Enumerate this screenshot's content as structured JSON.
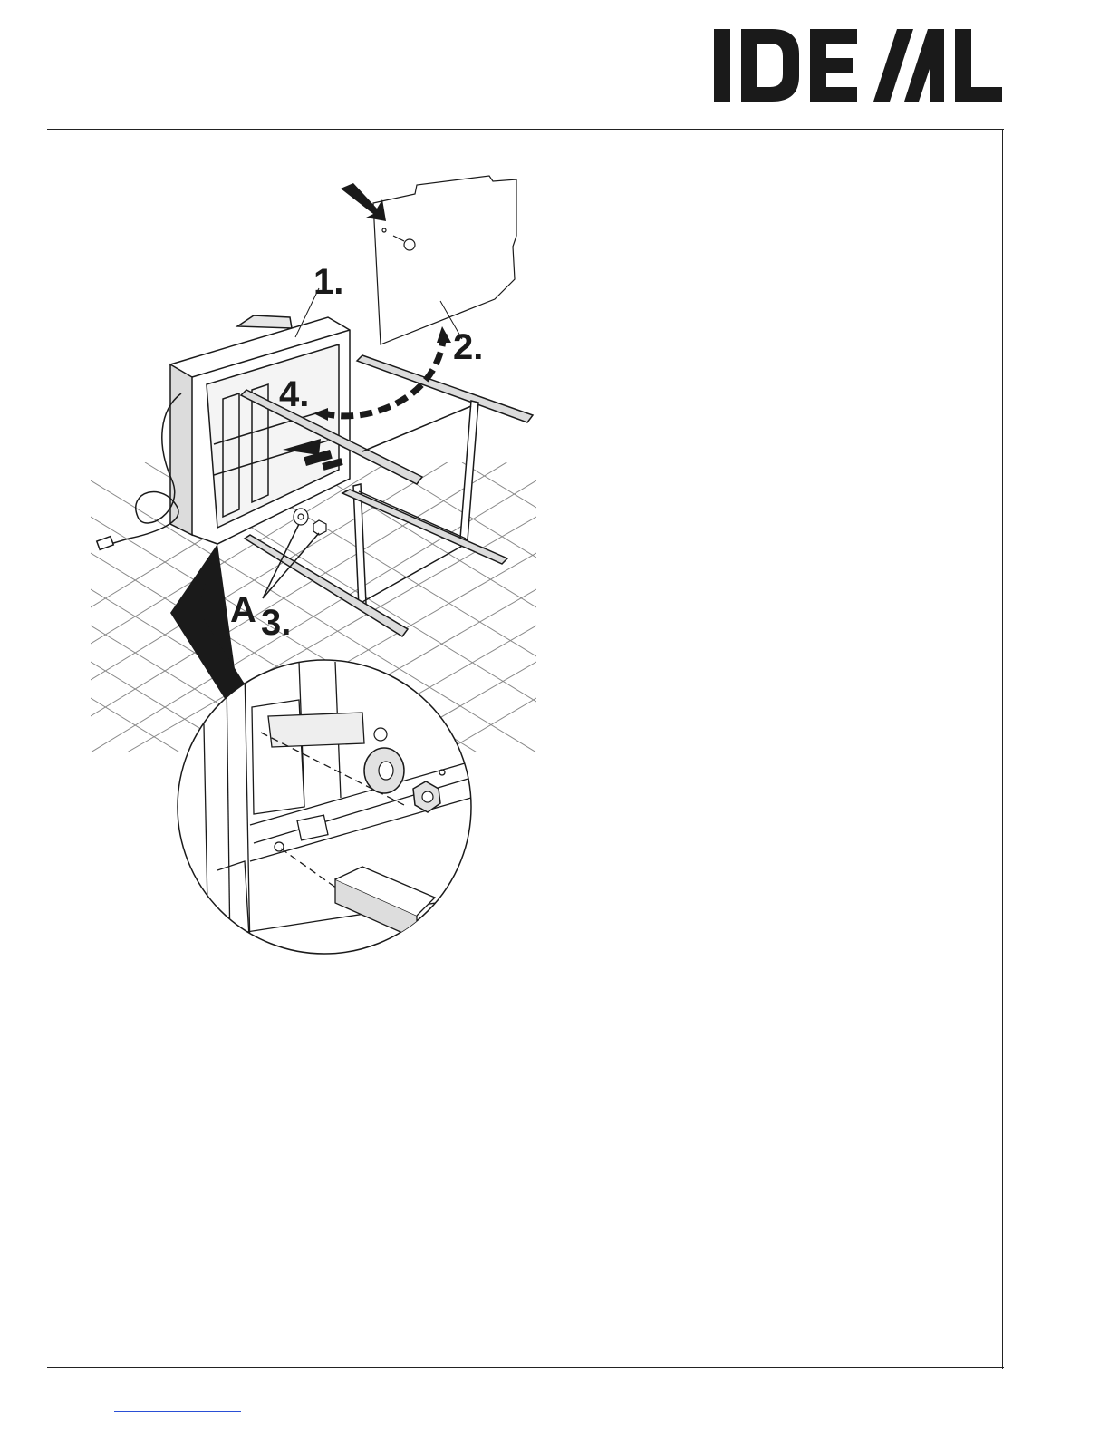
{
  "header": {
    "logo_text": "IDEAL",
    "logo_color": "#1a1a1a"
  },
  "illustration": {
    "step_labels": [
      "1.",
      "2.",
      "3.",
      "4."
    ],
    "part_label": "A"
  },
  "footer": {
    "link_color": "#2a4fd6"
  }
}
